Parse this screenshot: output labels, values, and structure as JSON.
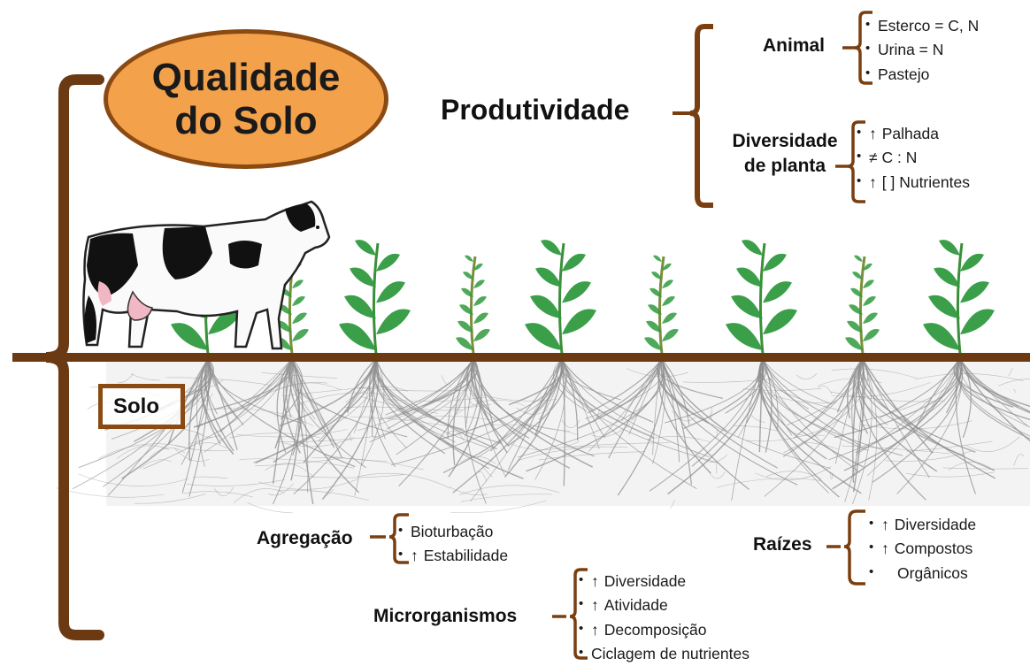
{
  "title": {
    "line1": "Qualidade",
    "line2": "do Solo"
  },
  "produtividade": {
    "label": "Produtividade",
    "animal": {
      "label": "Animal",
      "items": [
        "Esterco = C, N",
        "Urina = N",
        "Pastejo"
      ]
    },
    "diversidade": {
      "label_line1": "Diversidade",
      "label_line2": "de planta",
      "items": [
        {
          "prefix": "↑",
          "text": "Palhada"
        },
        {
          "prefix": "",
          "text": "≠ C : N"
        },
        {
          "prefix": "↑",
          "text": "[ ] Nutrientes"
        }
      ]
    }
  },
  "solo": {
    "label": "Solo",
    "agregacao": {
      "label": "Agregação",
      "items": [
        {
          "prefix": "",
          "text": "Bioturbação"
        },
        {
          "prefix": "↑",
          "text": "Estabilidade"
        }
      ]
    },
    "raizes": {
      "label": "Raízes",
      "items": [
        {
          "prefix": "↑",
          "text": "Diversidade"
        },
        {
          "prefix": "↑",
          "text": "Compostos"
        },
        {
          "prefix": "",
          "text": "Orgânicos"
        }
      ]
    },
    "microrganismos": {
      "label": "Microrganismos",
      "items": [
        {
          "prefix": "↑",
          "text": "Diversidade"
        },
        {
          "prefix": "↑",
          "text": "Atividade"
        },
        {
          "prefix": "↑",
          "text": "Decomposição"
        },
        {
          "prefix": "",
          "text": "Ciclagem de nutrientes"
        }
      ]
    }
  },
  "colors": {
    "bracket": "#7a3f10",
    "ellipse_fill": "#f3a14b",
    "plant_green": "#2f9a3e",
    "root_gray": "#8e8e8e"
  },
  "icons": [
    "cow-illustration",
    "plant-illustration",
    "root-system-illustration"
  ]
}
